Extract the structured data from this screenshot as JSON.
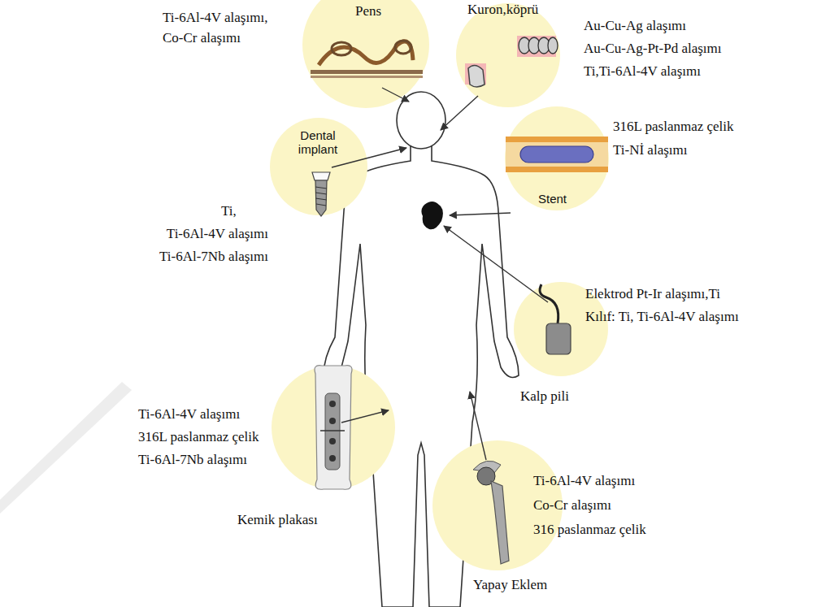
{
  "diagram": {
    "nodes": [
      {
        "text": [
          "Pens",
          "Ti-6Al-4V alaşımı,",
          "Co-Cr alaşımı"
        ]
      },
      {
        "text": [
          "Kuron,köprü",
          "Au-Cu-Ag alaşımı",
          "Au-Cu-Ag-Pt-Pd alaşımı",
          "Ti,Ti-6Al-4V alaşımı"
        ]
      },
      {
        "text": [
          "Dental implant",
          "Ti,",
          "Ti-6Al-4V alaşımı",
          "Ti-6Al-7Nb alaşımı"
        ]
      },
      {
        "text": [
          "Stent",
          "316L paslanmaz çelik",
          "Ti-Nİ alaşımı"
        ]
      },
      {
        "text": [
          "Kalp pili",
          "Elektrod Pt-Ir alaşımı,Ti",
          "Kılıf: Ti, Ti-6Al-4V alaşımı"
        ]
      },
      {
        "text": [
          "Kemik plakası",
          "Ti-6Al-4V alaşımı",
          "316L paslanmaz çelik",
          "Ti-6Al-7Nb alaşımı"
        ]
      },
      {
        "text": [
          "Yapay Eklem",
          "Ti-6Al-4V alaşımı",
          "Co-Cr alaşımı",
          "316 paslanmaz çelik"
        ]
      }
    ]
  }
}
